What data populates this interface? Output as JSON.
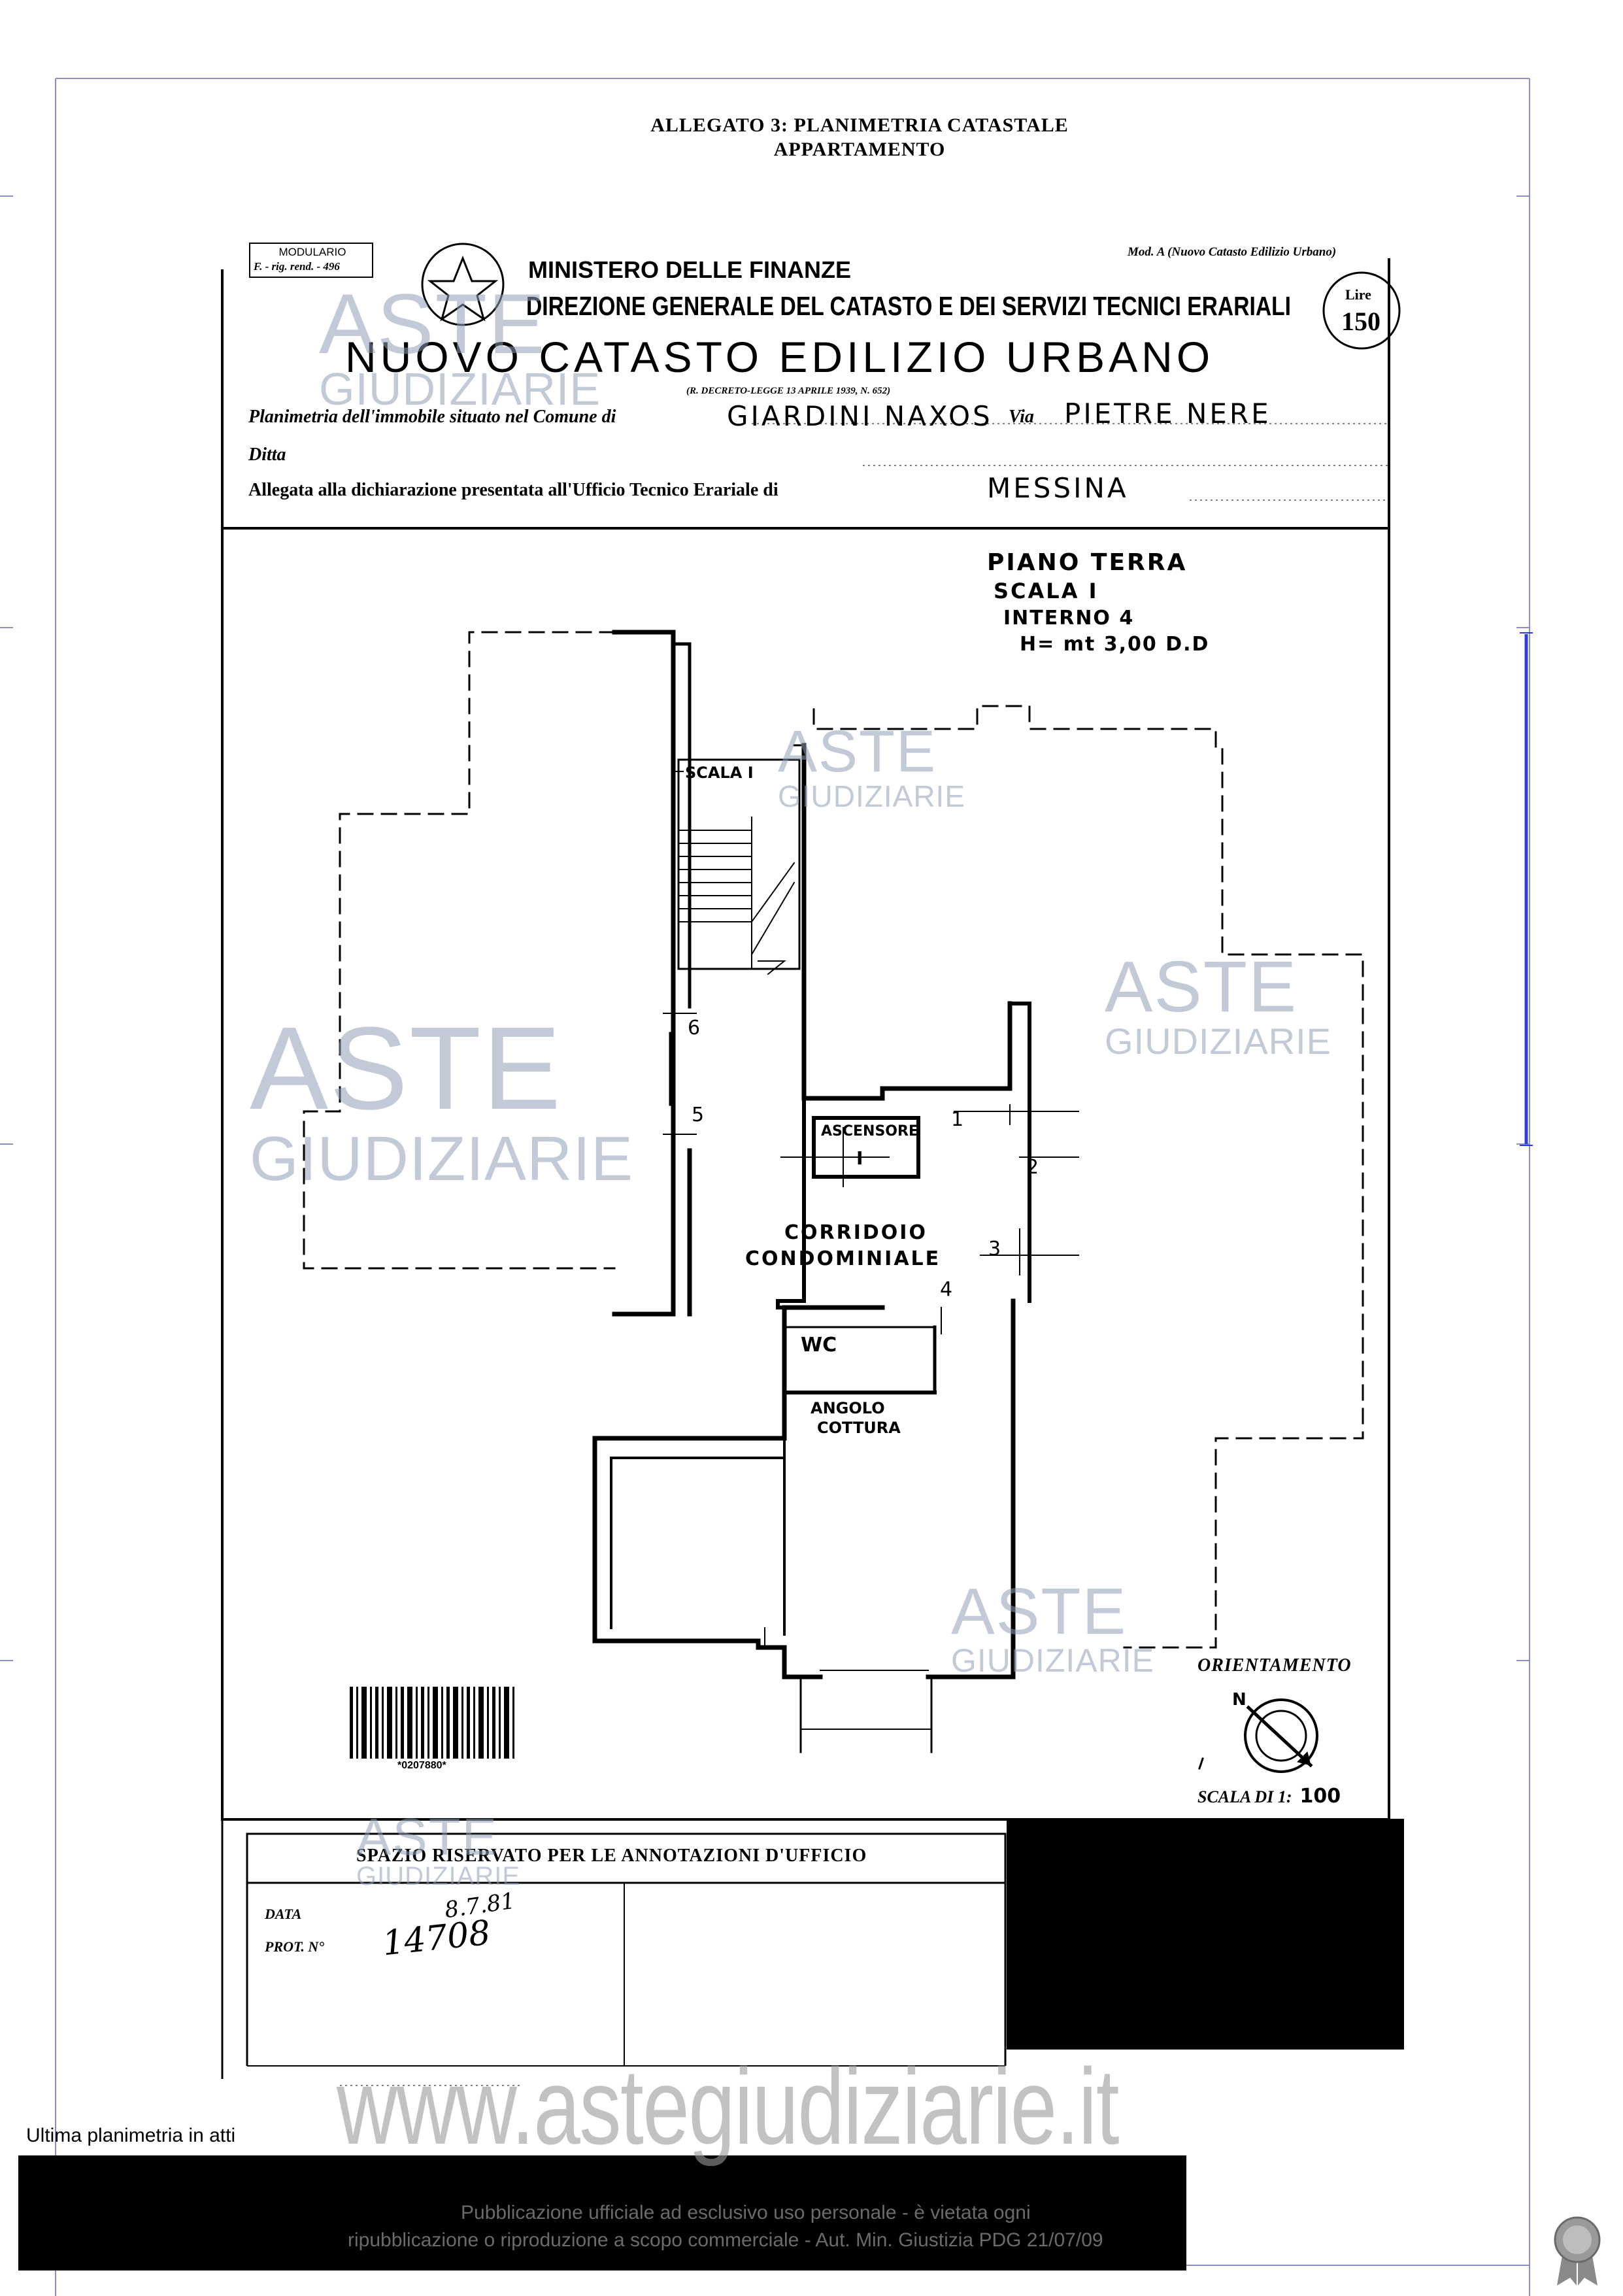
{
  "header": {
    "line1": "ALLEGATO 3: PLANIMETRIA CATASTALE",
    "line2": "APPARTAMENTO"
  },
  "form": {
    "modulario_title": "MODULARIO",
    "modulario_code": "F. - rig. rend. - 496",
    "mod_label": "Mod. A",
    "mod_note": "(Nuovo Catasto Edilizio Urbano)",
    "ministry": "MINISTERO DELLE FINANZE",
    "direction": "DIREZIONE GENERALE DEL CATASTO E DEI SERVIZI TECNICI ERARIALI",
    "main_title": "NUOVO CATASTO EDILIZIO URBANO",
    "decree": "(R. DECRETO-LEGGE 13 APRILE 1939, N. 652)",
    "stamp_label": "Lire",
    "stamp_value": "150",
    "comune_label": "Planimetria dell'immobile situato nel Comune di",
    "comune_value": "GIARDINI NAXOS",
    "via_label": "Via",
    "via_value": "PIETRE NERE",
    "ditta_label": "Ditta",
    "allegata_label": "Allegata alla dichiarazione presentata all'Ufficio Tecnico Erariale di",
    "ufficio_value": "MESSINA"
  },
  "plan": {
    "piano": "PIANO   TERRA",
    "scala": "SCALA      I",
    "interno": "INTERNO     4",
    "altezza": "H=   mt   3,00 D.D",
    "scala_label": "SCALA I",
    "ascensore": "ASCENSORE",
    "ascensore_num": "I",
    "corridoio_1": "CORRIDOIO",
    "corridoio_2": "CONDOMINIALE",
    "wc": "WC",
    "angolo_1": "ANGOLO",
    "angolo_2": "COTTURA",
    "markers": [
      "1",
      "2",
      "3",
      "4",
      "5",
      "6"
    ],
    "orientamento": "ORIENTAMENTO",
    "north": "N",
    "scala_di": "SCALA DI 1:",
    "scala_value": "100",
    "barcode_text": "*0207880*"
  },
  "office": {
    "title": "SPAZIO RISERVATO PER LE ANNOTAZIONI D'UFFICIO",
    "data_label": "DATA",
    "prot_label": "PROT. N°",
    "data_value": "8.7.81",
    "prot_value": "14708"
  },
  "watermarks": {
    "word1": "ASTE",
    "word2": "GIUDIZIARIE",
    "site": "www.astegiudiziarie.it"
  },
  "footer": {
    "last": "Ultima planimetria in atti",
    "line1": "Pubblicazione ufficiale ad esclusivo uso personale - è vietata ogni",
    "line2": "ripubblicazione o riproduzione a scopo commerciale - Aut. Min. Giustizia PDG 21/07/09"
  }
}
